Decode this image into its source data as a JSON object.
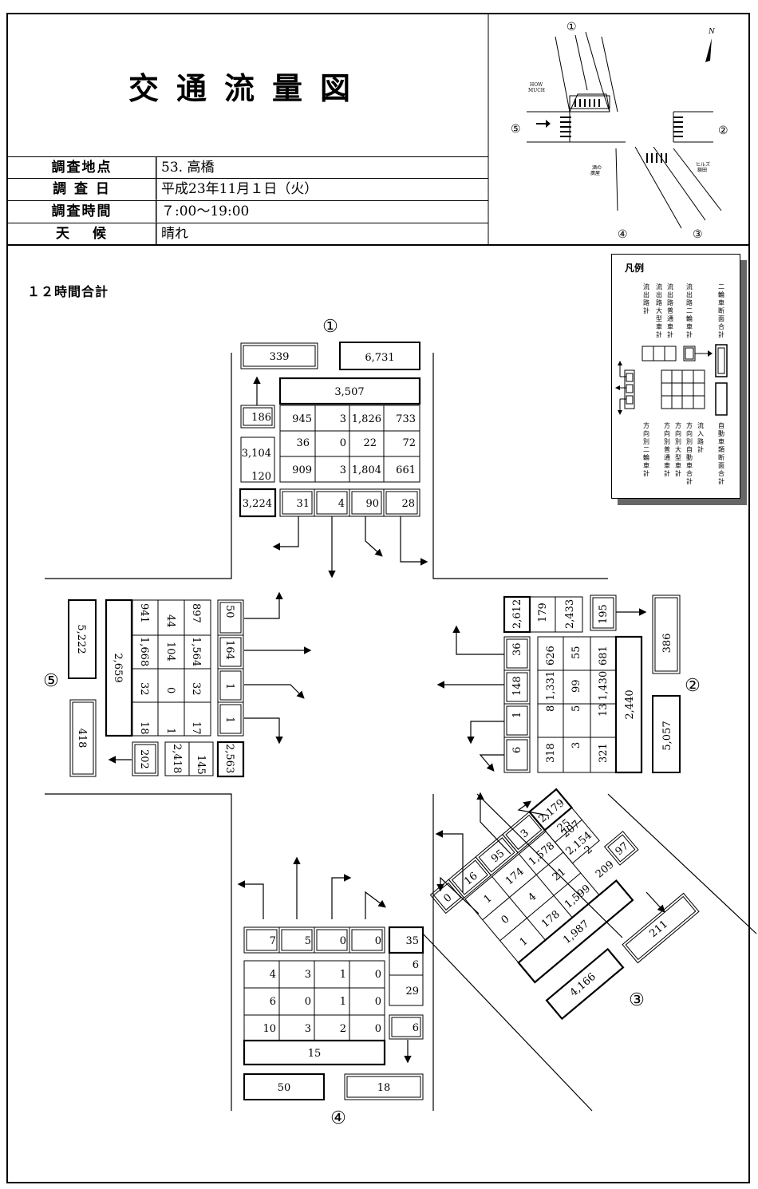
{
  "header": {
    "title": "交通流量図",
    "rows": [
      {
        "label": "調査地点",
        "value": "53. 高橋"
      },
      {
        "label": "調 査 日",
        "value": "平成23年11月１日（火）"
      },
      {
        "label": "調査時間",
        "value": "７:00～19:00"
      },
      {
        "label": "天　 候",
        "value": "晴れ"
      }
    ]
  },
  "map": {
    "arm_1": "①",
    "arm_2": "②",
    "arm_3": "③",
    "arm_4": "④",
    "arm_5": "⑤",
    "north": "N",
    "how_much": "HOW\nMUCH",
    "sake_no_hiroba": "酒の\n廣屋",
    "hills": "ヒルズ\n鎖田"
  },
  "caption": "１２時間合計",
  "legend": {
    "title": "凡例",
    "top_labels": [
      "流出路計",
      "流出路大型車計",
      "流出路普通車計",
      "流出路二輪車計",
      "二輪車断面合計"
    ],
    "bottom_labels": [
      "方向別二輪車計",
      "方向別普通車計",
      "方向別大型車計",
      "方向別自動車合計",
      "流入路計",
      "自動車類断面合計"
    ]
  },
  "approaches": {
    "a1": {
      "label": "①",
      "cross_two": "339",
      "cross_auto": "6,731",
      "inflow": "3,507",
      "out_two": "186",
      "out_total": "3,104",
      "out_large": "120",
      "out_sum": "3,224",
      "rows": [
        [
          "945",
          "3",
          "1,826",
          "733"
        ],
        [
          "36",
          "0",
          "22",
          "72"
        ],
        [
          "909",
          "3",
          "1,804",
          "661"
        ]
      ],
      "two_wheel": [
        "31",
        "4",
        "90",
        "28"
      ]
    },
    "a2": {
      "label": "②",
      "cross_two": "386",
      "cross_auto": "5,057",
      "inflow": "2,440",
      "out_sum": "2,612",
      "out_large": "179",
      "out_total": "2,433",
      "out_two": "195",
      "rows": [
        [
          "626",
          "55",
          "681"
        ],
        [
          "1,331",
          "99",
          "1,430"
        ],
        [
          "8",
          "5",
          "13"
        ],
        [
          "318",
          "3",
          "321"
        ]
      ],
      "two_wheel": [
        "36",
        "148",
        "1",
        "6"
      ]
    },
    "a3": {
      "label": "③",
      "cross_two": "211",
      "cross_auto": "4,166",
      "inflow": "1,987",
      "out_sum": "2,179",
      "out_large": "25",
      "out_total": "2,154",
      "out_two": "97",
      "rows": [
        [
          "207",
          "2",
          "209"
        ],
        [
          "1,578",
          "21",
          "1,599"
        ],
        [
          "174",
          "4",
          "178"
        ],
        [
          "1",
          "0",
          "1"
        ]
      ],
      "two_wheel": [
        "3",
        "95",
        "16",
        "0"
      ]
    },
    "a4": {
      "label": "④",
      "cross_auto": "50",
      "cross_two": "18",
      "inflow": "15",
      "out_total": "35",
      "out_large": "6",
      "out_normal": "29",
      "out_two": "6",
      "rows": [
        [
          "4",
          "3",
          "1",
          "0"
        ],
        [
          "6",
          "0",
          "1",
          "0"
        ],
        [
          "10",
          "3",
          "2",
          "0"
        ]
      ],
      "two_wheel": [
        "7",
        "5",
        "0",
        "0"
      ]
    },
    "a5": {
      "label": "⑤",
      "cross_auto": "5,222",
      "cross_two": "418",
      "inflow": "2,659",
      "out_two": "202",
      "out_total": "2,418",
      "out_large": "145",
      "out_sum": "2,563",
      "rows": [
        [
          "941",
          "44",
          "897"
        ],
        [
          "1,668",
          "104",
          "1,564"
        ],
        [
          "32",
          "0",
          "32"
        ],
        [
          "18",
          "1",
          "17"
        ]
      ],
      "two_wheel": [
        "50",
        "164",
        "1",
        "1"
      ]
    }
  }
}
